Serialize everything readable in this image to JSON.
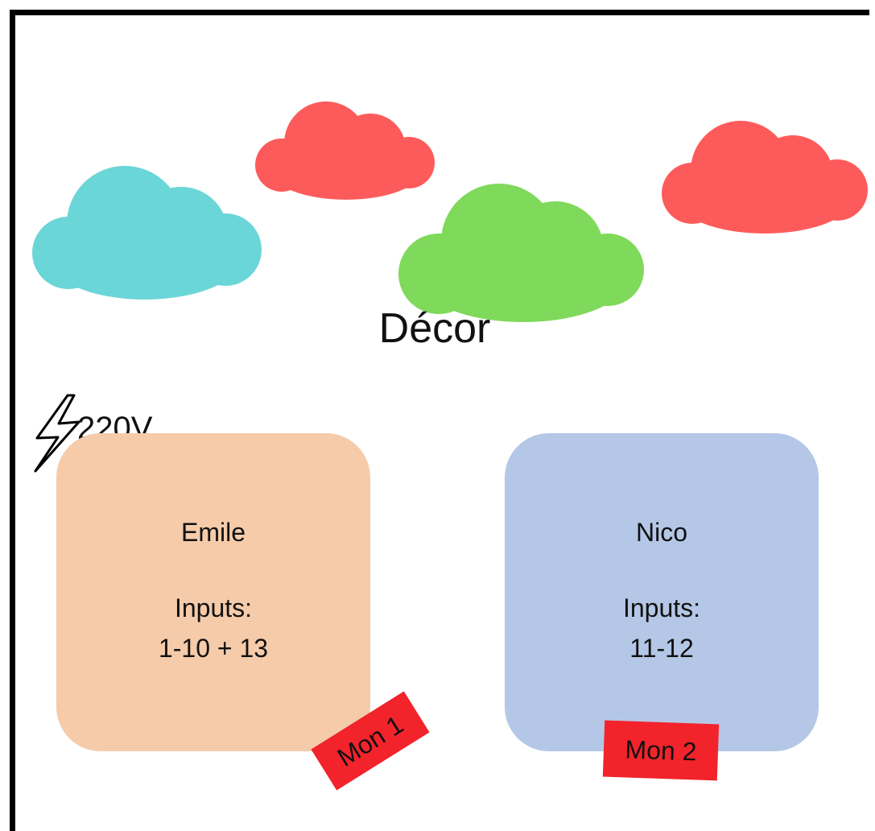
{
  "diagram": {
    "title": "Décor",
    "power": {
      "label": "220V",
      "icon": "lightning-bolt-icon"
    },
    "clouds": [
      {
        "name": "cloud-cyan",
        "color": "#6bd6d8"
      },
      {
        "name": "cloud-red-top",
        "color": "#fd5b5b"
      },
      {
        "name": "cloud-green",
        "color": "#7fd95b"
      },
      {
        "name": "cloud-red-right",
        "color": "#fd5b5b"
      }
    ],
    "zones": [
      {
        "name": "Emile",
        "inputs_label": "Inputs:",
        "inputs_value": "1-10 + 13",
        "color": "#f5cbaa",
        "monitor": "Mon 1"
      },
      {
        "name": "Nico",
        "inputs_label": "Inputs:",
        "inputs_value": "11-12",
        "color": "#b4c7e6",
        "monitor": "Mon 2"
      }
    ],
    "monitor_color": "#f2232b"
  }
}
